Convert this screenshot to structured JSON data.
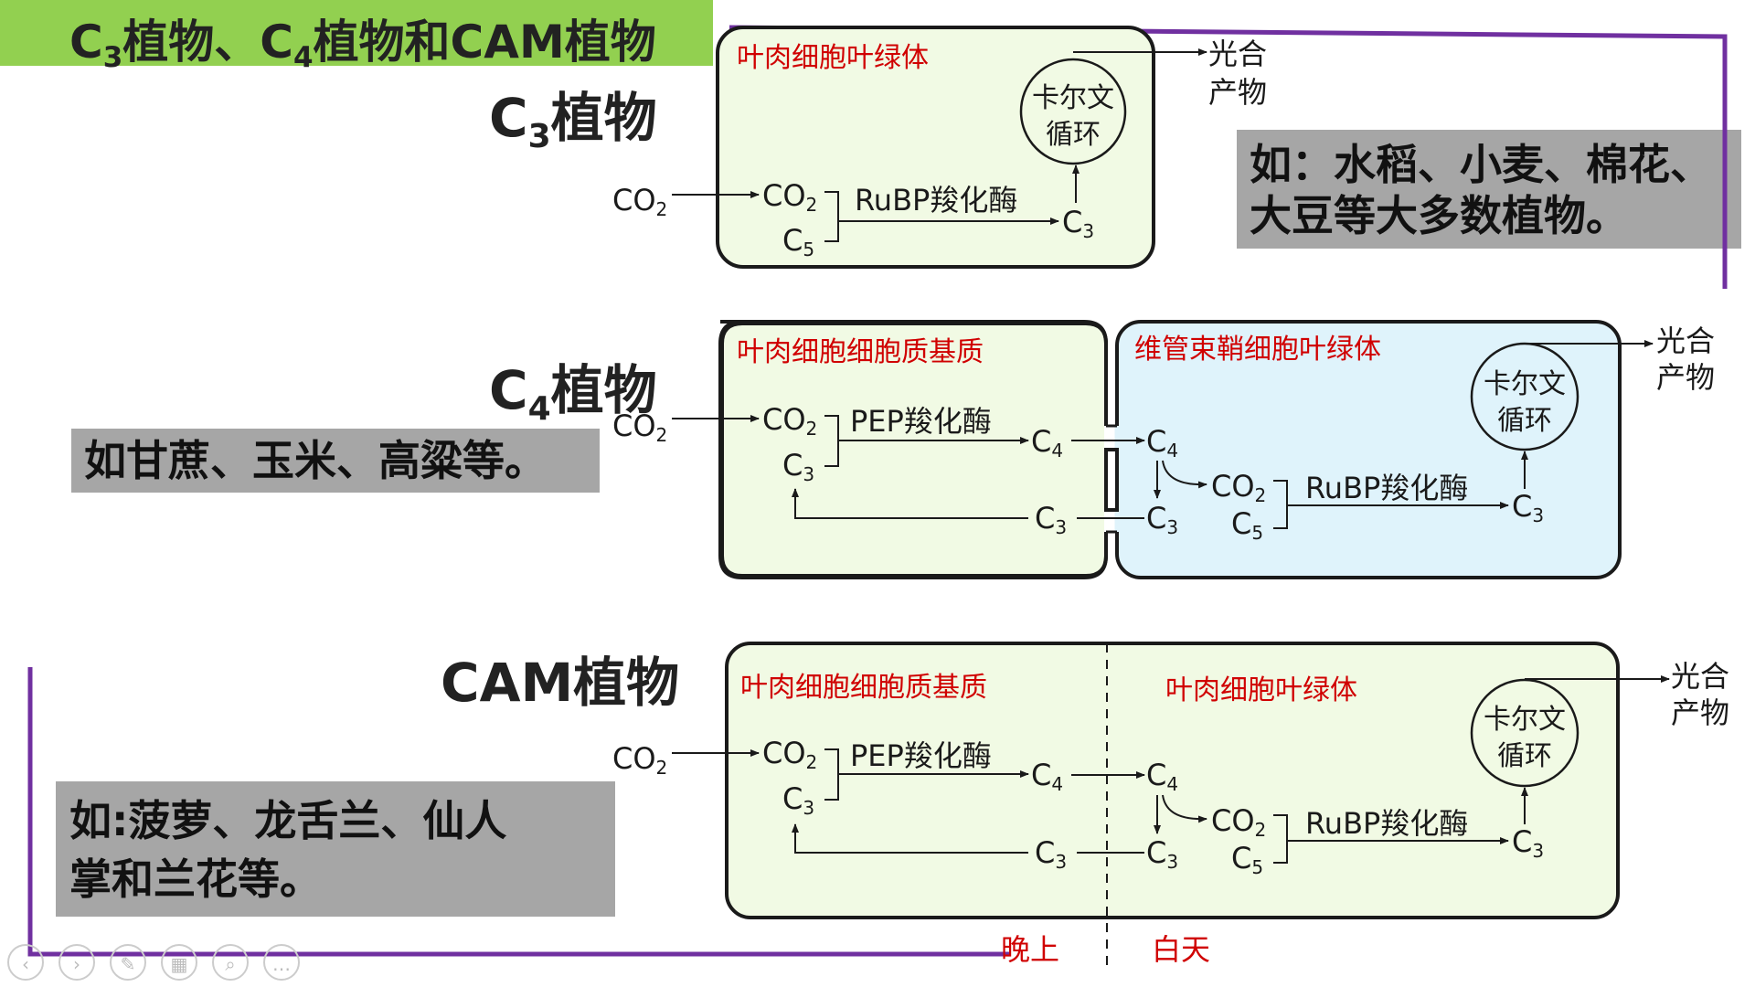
{
  "title": {
    "prefix": "C",
    "s1": "3",
    "mid": "植物、C",
    "s2": "4",
    "suffix": "植物和CAM植物"
  },
  "c3": {
    "heading_c": "C",
    "heading_sub": "3",
    "heading_rest": "植物",
    "compartment": "叶肉细胞叶绿体",
    "example_line1": "如：水稻、小麦、棉花、",
    "example_line2": "大豆等大多数植物。"
  },
  "c4": {
    "heading_c": "C",
    "heading_sub": "4",
    "heading_rest": "植物",
    "compartment_left": "叶肉细胞细胞质基质",
    "compartment_right": "维管束鞘细胞叶绿体",
    "example": "如甘蔗、玉米、高粱等。"
  },
  "cam": {
    "heading": "CAM植物",
    "compartment_left": "叶肉细胞细胞质基质",
    "compartment_right": "叶肉细胞叶绿体",
    "example_line1": "如:菠萝、龙舌兰、仙人",
    "example_line2": "掌和兰花等。",
    "night": "晚上",
    "day": "白天"
  },
  "labels": {
    "calvin_line1": "卡尔文",
    "calvin_line2": "循环",
    "product_line1": "光合",
    "product_line2": "产物",
    "rubp_enzyme": "RuBP羧化酶",
    "pep_enzyme": "PEP羧化酶",
    "co": "CO",
    "co_sub": "2",
    "c": "C",
    "three": "3",
    "four": "4",
    "five": "5"
  },
  "colors": {
    "title_bg": "#92d050",
    "box_green": "#f1fae4",
    "box_blue": "#dff3fb",
    "compartment_red": "#d00000",
    "purple_line": "#7030a0",
    "gray_box": "#a6a6a6"
  },
  "nav_icons": [
    "back-icon",
    "forward-icon",
    "pen-icon",
    "slides-icon",
    "zoom-icon",
    "more-icon"
  ]
}
